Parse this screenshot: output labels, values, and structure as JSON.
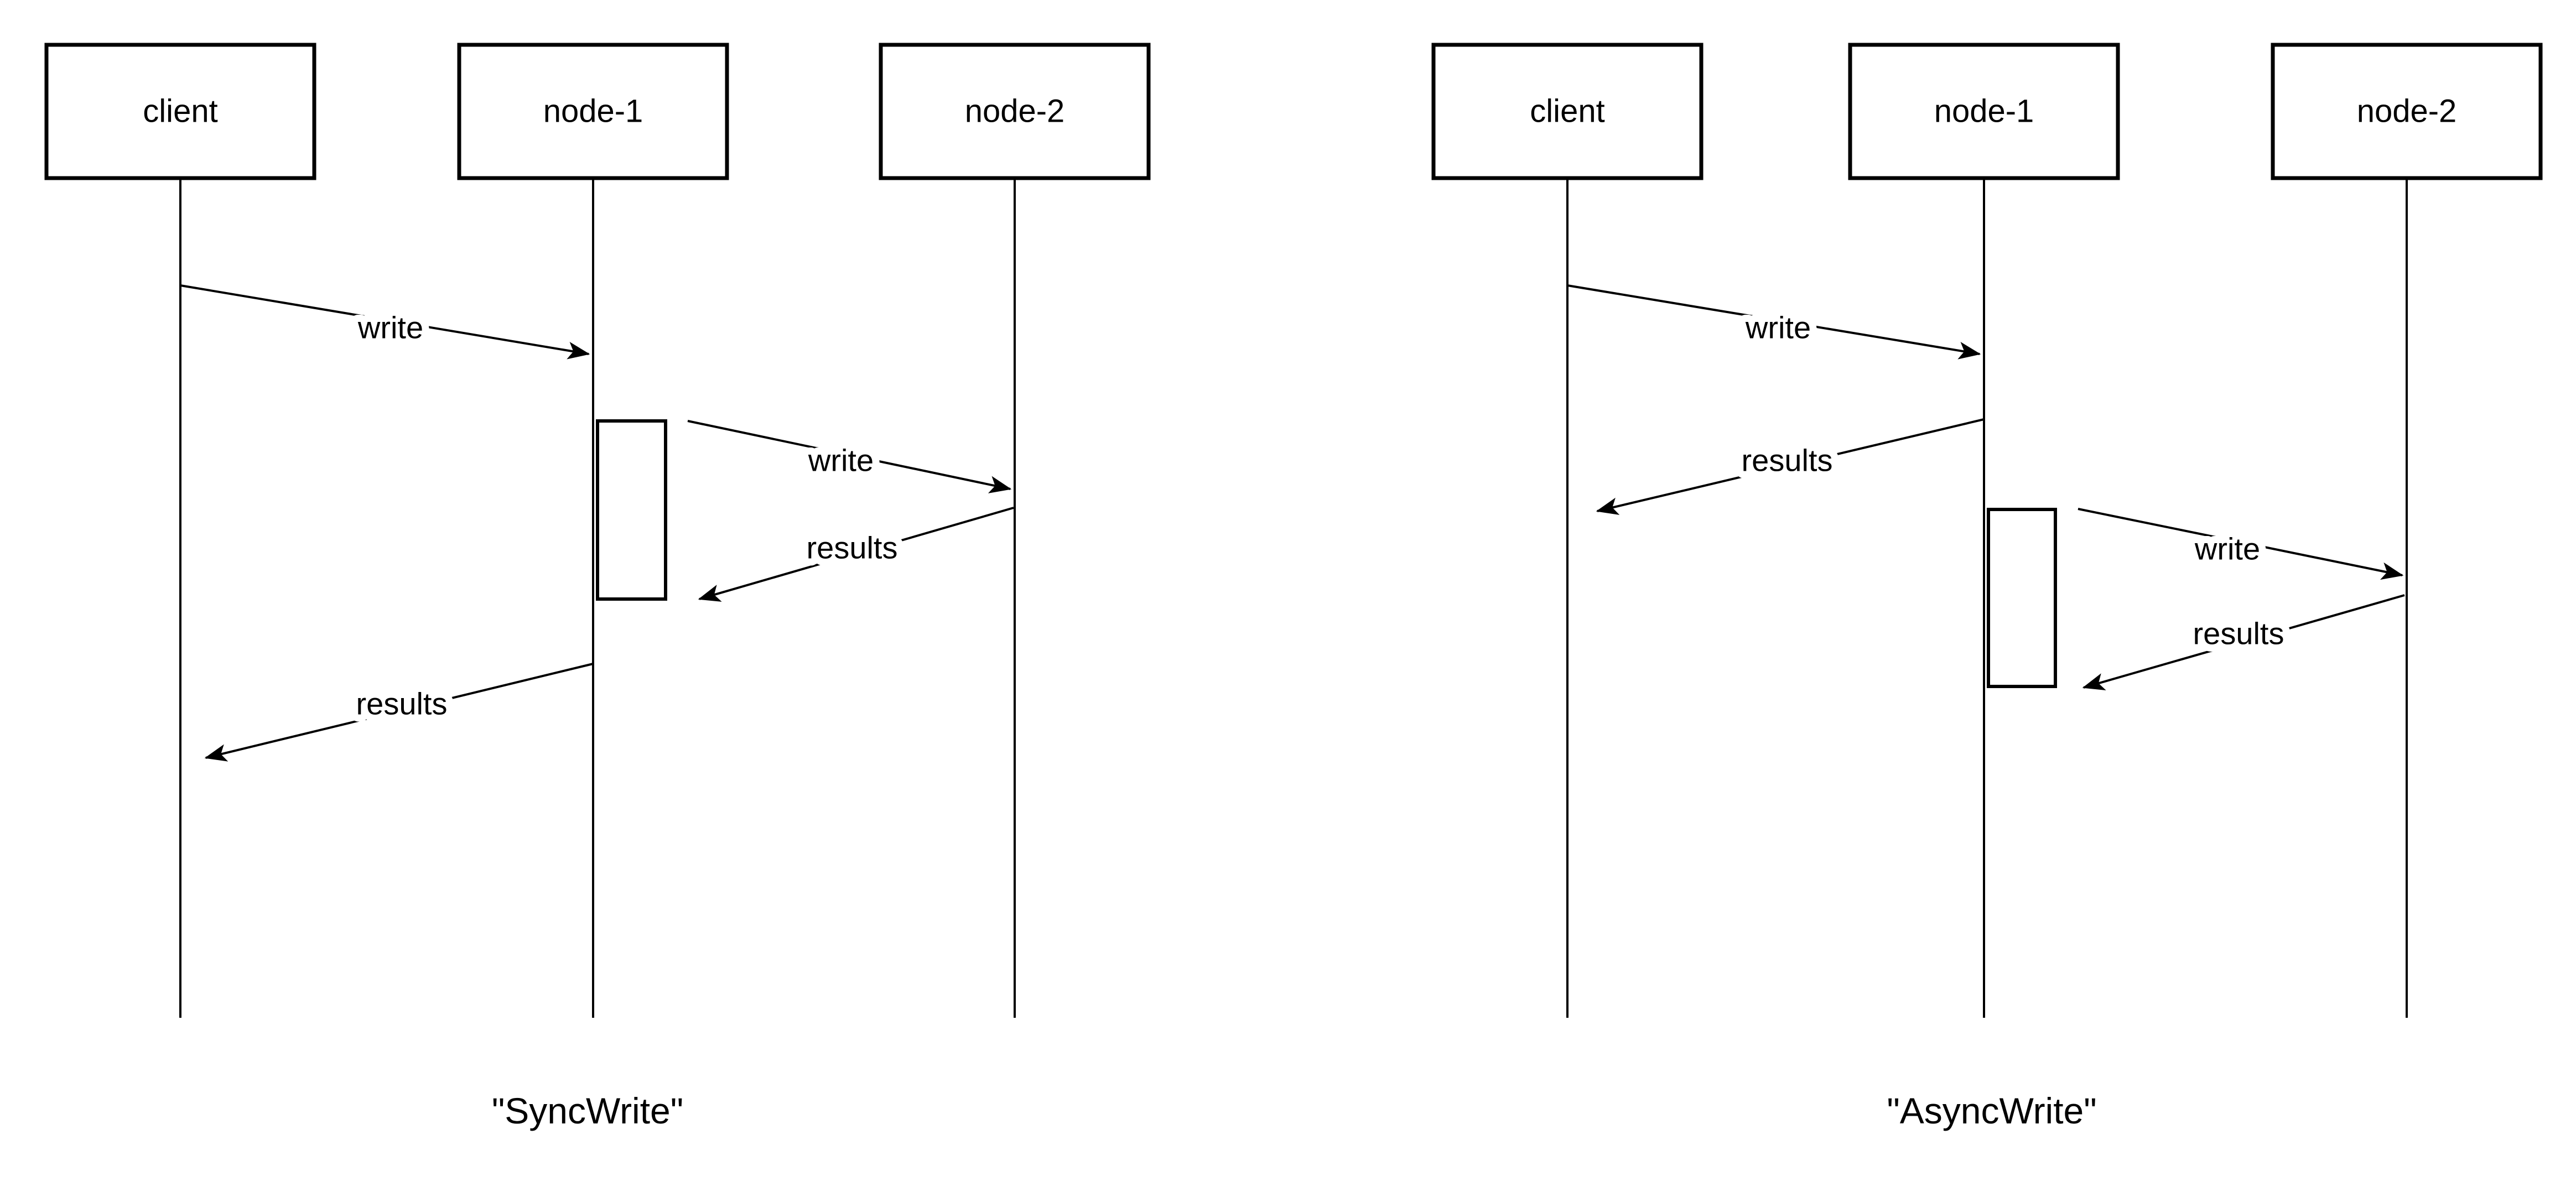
{
  "canvas": {
    "background": "#ffffff",
    "ink": "#000000"
  },
  "diagrams": [
    {
      "id": "sync-write",
      "caption": "\"SyncWrite\"",
      "participants": [
        {
          "label": "client"
        },
        {
          "label": "node-1"
        },
        {
          "label": "node-2"
        }
      ],
      "messages": [
        {
          "label": "write",
          "from": "client",
          "to": "node-1"
        },
        {
          "label": "write",
          "from": "node-1",
          "to": "node-2"
        },
        {
          "label": "results",
          "from": "node-2",
          "to": "node-1"
        },
        {
          "label": "results",
          "from": "node-1",
          "to": "client"
        }
      ]
    },
    {
      "id": "async-write",
      "caption": "\"AsyncWrite\"",
      "participants": [
        {
          "label": "client"
        },
        {
          "label": "node-1"
        },
        {
          "label": "node-2"
        }
      ],
      "messages": [
        {
          "label": "write",
          "from": "client",
          "to": "node-1"
        },
        {
          "label": "results",
          "from": "node-1",
          "to": "client"
        },
        {
          "label": "write",
          "from": "node-1",
          "to": "node-2"
        },
        {
          "label": "results",
          "from": "node-2",
          "to": "node-1"
        }
      ]
    }
  ]
}
